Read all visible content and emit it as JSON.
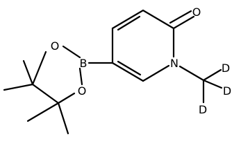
{
  "molecule": {
    "atoms": {
      "oxygen_carbonyl": "O",
      "nitrogen_ring": "N",
      "boron": "B",
      "oxygen_ring_upper": "O",
      "oxygen_ring_lower": "O",
      "deuterium_1": "D",
      "deuterium_2": "D",
      "deuterium_3": "D"
    }
  }
}
